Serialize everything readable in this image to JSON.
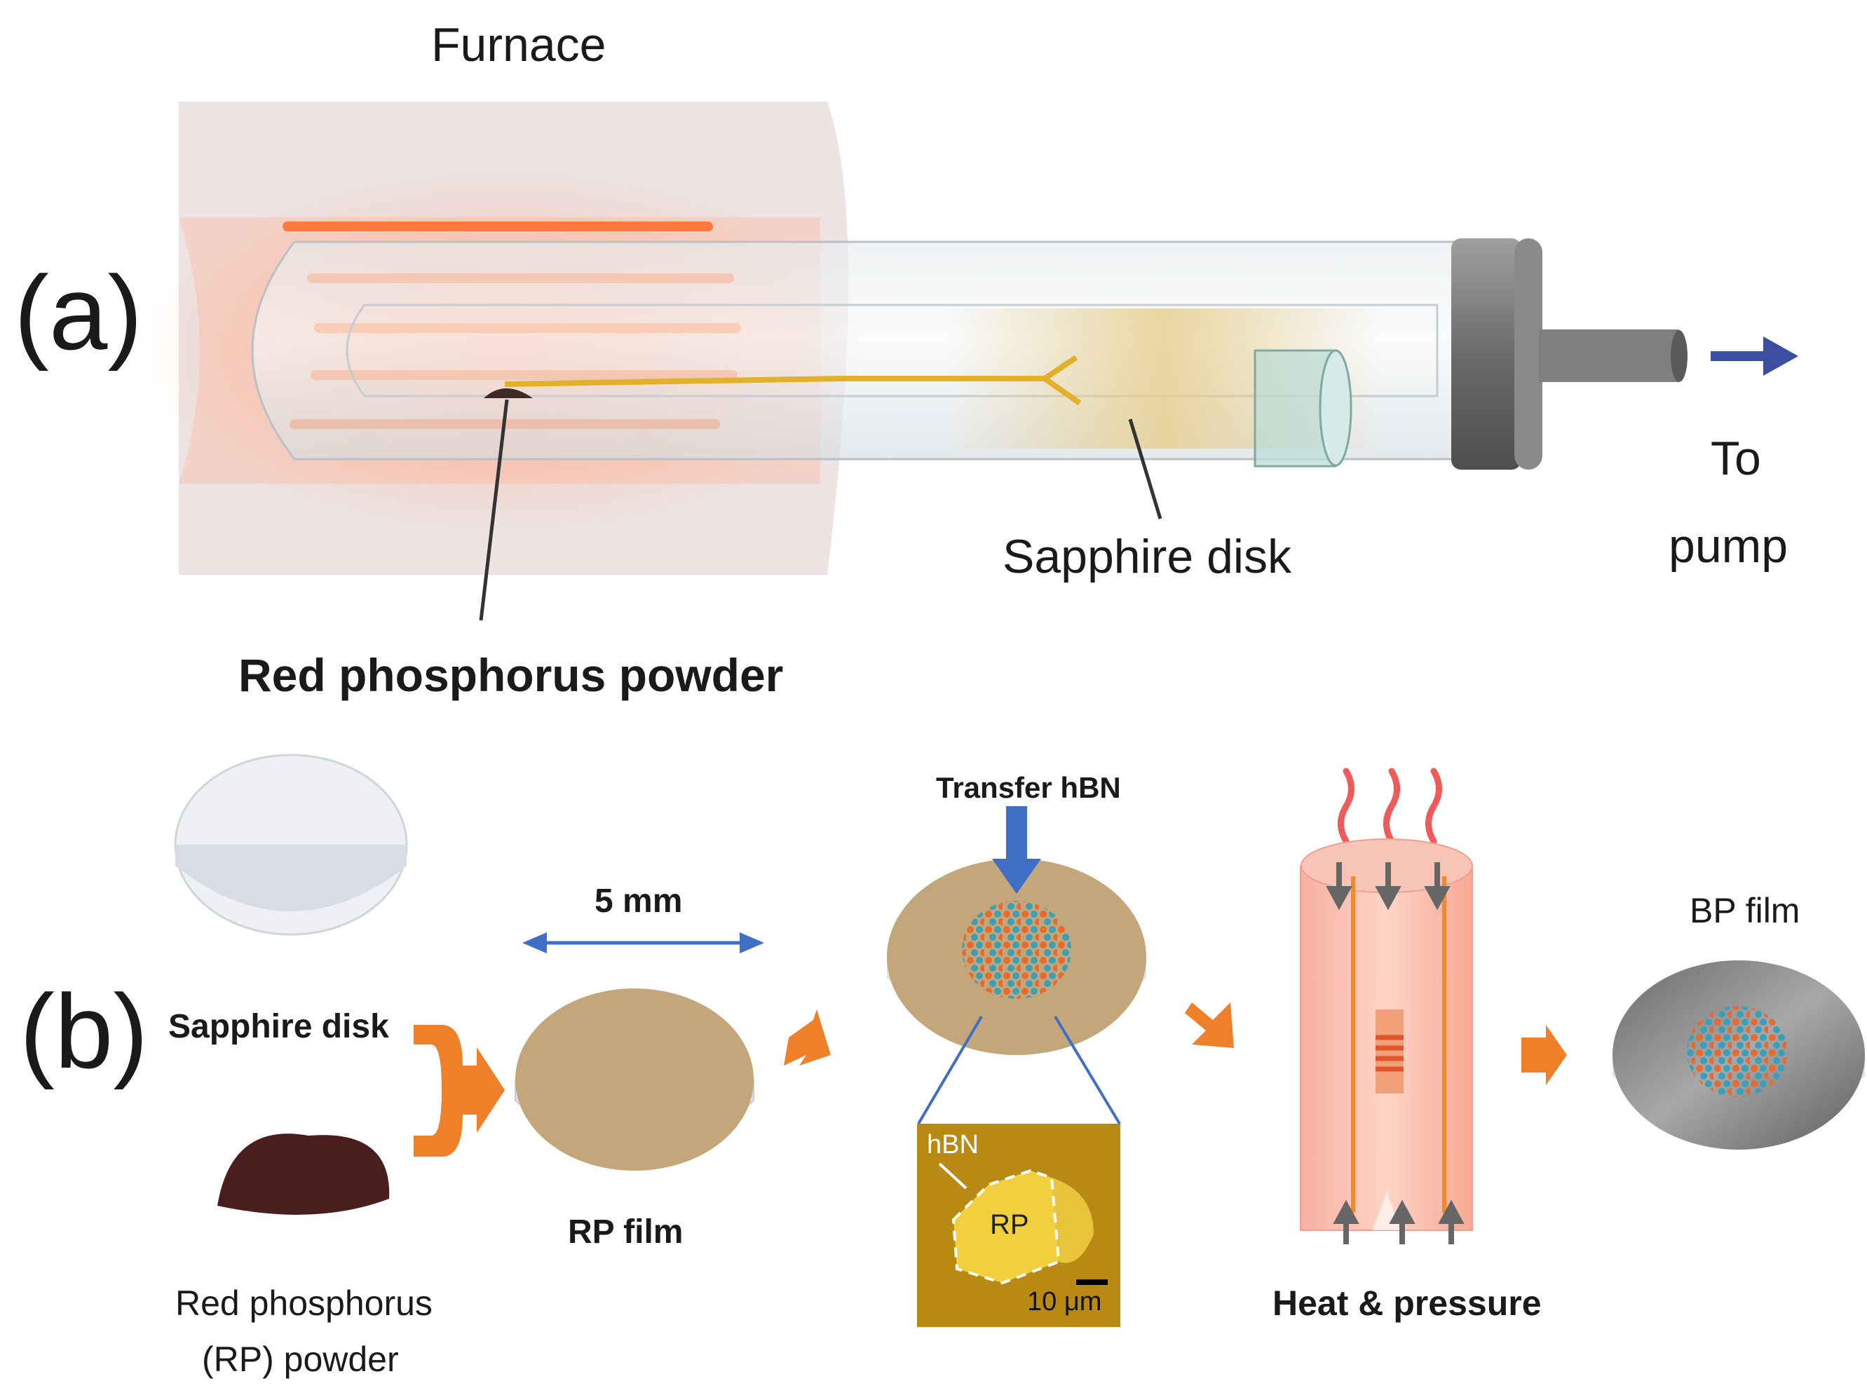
{
  "panel_a": {
    "panel_label": "(a)",
    "furnace_label": "Furnace",
    "red_phosphorus_powder_label": "Red phosphorus powder",
    "sapphire_disk_label": "Sapphire disk",
    "to_pump_label_line1": "To",
    "to_pump_label_line2": "pump"
  },
  "panel_b": {
    "panel_label": "(b)",
    "sapphire_disk_label": "Sapphire disk",
    "rp_powder_label_line1": "Red phosphorus",
    "rp_powder_label_line2": "(RP) powder",
    "dimension_label": "5 mm",
    "rp_film_label": "RP film",
    "transfer_label": "Transfer hBN",
    "inset_hbn_label": "hBN",
    "inset_rp_label": "RP",
    "inset_scale_label": "10 μm",
    "heat_pressure_label": "Heat & pressure",
    "bp_film_label": "BP film"
  },
  "colors": {
    "furnace": "#ece2e2",
    "heater_glow": "#ff7a3c",
    "rp_film": "#c3a77b",
    "arrow_orange": "#f07f2a",
    "arrow_blue": "#3f6fc4",
    "bp_film": "#8c8c8c",
    "inset_bg": "#b88a14",
    "heat_wave": "#ef5a5a"
  }
}
